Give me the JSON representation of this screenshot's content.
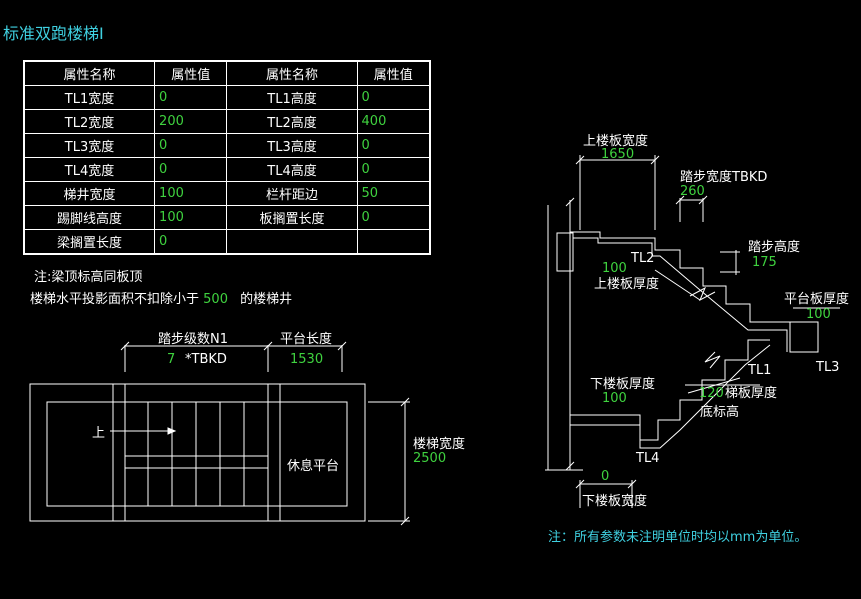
{
  "title": "标准双跑楼梯Ⅰ",
  "table": {
    "headers": [
      "属性名称",
      "属性值",
      "属性名称",
      "属性值"
    ],
    "rows": [
      {
        "n1": "TL1宽度",
        "v1": "0",
        "n2": "TL1高度",
        "v2": "0"
      },
      {
        "n1": "TL2宽度",
        "v1": "200",
        "n2": "TL2高度",
        "v2": "400"
      },
      {
        "n1": "TL3宽度",
        "v1": "0",
        "n2": "TL3高度",
        "v2": "0"
      },
      {
        "n1": "TL4宽度",
        "v1": "0",
        "n2": "TL4高度",
        "v2": "0"
      },
      {
        "n1": "梯井宽度",
        "v1": "100",
        "n2": "栏杆距边",
        "v2": "50"
      },
      {
        "n1": "踢脚线高度",
        "v1": "100",
        "n2": "板搁置长度",
        "v2": "0"
      },
      {
        "n1": "梁搁置长度",
        "v1": "0",
        "n2": "",
        "v2": ""
      }
    ]
  },
  "notes": {
    "note1": "注:梁顶标高同板顶",
    "note2_prefix": "楼梯水平投影面积不扣除小于",
    "note2_value": "500",
    "note2_suffix": "的楼梯井"
  },
  "plan": {
    "steps_label": "踏步级数N1",
    "steps_value": "7",
    "steps_unit": "*TBKD",
    "platform_label": "平台长度",
    "platform_value": "1530",
    "width_label": "楼梯宽度",
    "width_value": "2500",
    "up_label": "上",
    "rest_label": "休息平台"
  },
  "section": {
    "upper_slab_width_label": "上楼板宽度",
    "upper_slab_width_value": "1650",
    "tread_width_label": "踏步宽度TBKD",
    "tread_width_value": "260",
    "riser_height_label": "踏步高度",
    "riser_height_value": "175",
    "tl2_label": "TL2",
    "upper_slab_thick_value": "100",
    "upper_slab_thick_label": "上楼板厚度",
    "platform_thick_label": "平台板厚度",
    "platform_thick_value": "100",
    "tl3_label": "TL3",
    "tl1_label": "TL1",
    "lower_slab_thick_label": "下楼板厚度",
    "lower_slab_thick_value": "100",
    "ladder_thick_value": "120",
    "ladder_thick_label": "梯板厚度",
    "bottom_elev_label": "底标高",
    "tl4_label": "TL4",
    "lower_slab_width_value": "0",
    "lower_slab_width_label": "下楼板宽度"
  },
  "footer_note": "注：所有参数未注明单位时均以mm为单位。"
}
